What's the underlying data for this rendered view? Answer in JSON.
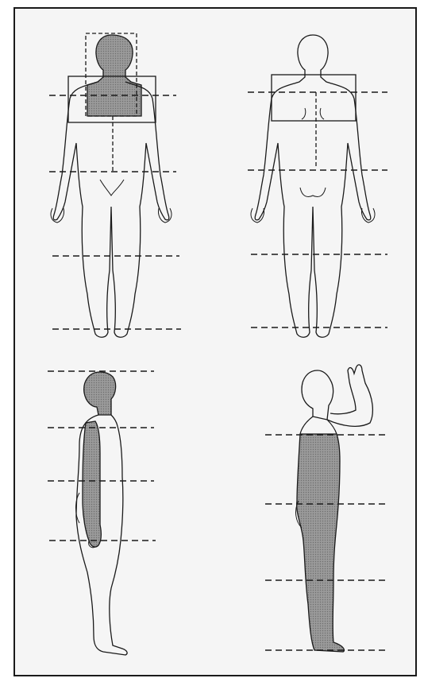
{
  "figure": {
    "colors": {
      "page": "#ffffff",
      "panel": "#f4f4f4",
      "ink": "#1a1a1a",
      "shade": "#8c8c8c",
      "shade_light": "#b5b5b5"
    },
    "views": [
      {
        "id": "front",
        "icon": "figure-front-view-icon"
      },
      {
        "id": "back",
        "icon": "figure-back-view-icon"
      },
      {
        "id": "side-left",
        "icon": "figure-side-view-icon"
      },
      {
        "id": "side-right-arm-raised",
        "icon": "figure-side-arm-raised-icon"
      }
    ]
  }
}
